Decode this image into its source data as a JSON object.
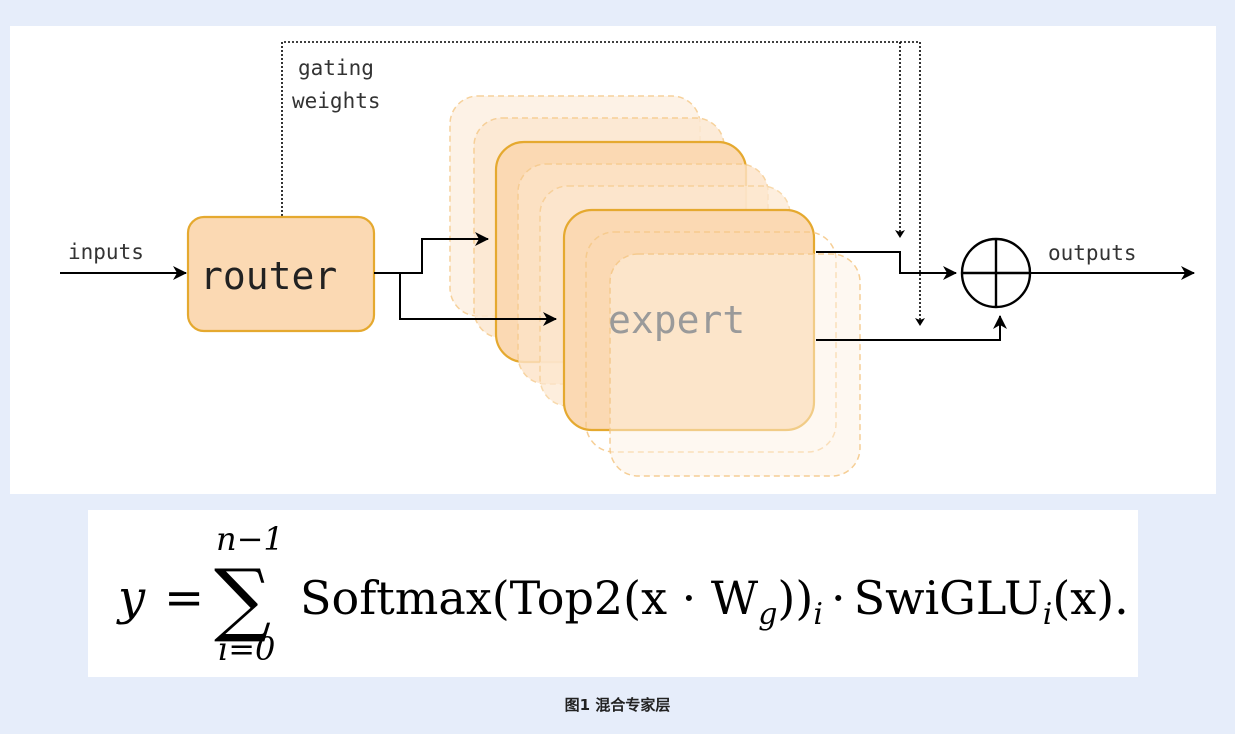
{
  "diagram": {
    "labels": {
      "gating": "gating",
      "weights": "weights",
      "inputs": "inputs",
      "router": "router",
      "expert": "expert",
      "outputs": "outputs"
    },
    "colors": {
      "router_fill": "#fbd9b3",
      "router_stroke": "#e5a92f",
      "expert_fill": "#fbd9b3",
      "expert_stroke": "#e5a92f",
      "line": "#000000",
      "background": "#e6edfa"
    },
    "icons": [
      "sum-circle-icon",
      "arrowhead-icon"
    ]
  },
  "formula": {
    "lhs": "y",
    "equals": "=",
    "sum_upper": "n−1",
    "sum_lower": "i=0",
    "body": "Softmax(Top2(x · W",
    "g_sub": "g",
    "close": "))",
    "i_sub1": "i",
    "dot": "·",
    "swiglu": "SwiGLU",
    "i_sub2": "i",
    "arg": "(x)."
  },
  "caption": "图1 混合专家层"
}
